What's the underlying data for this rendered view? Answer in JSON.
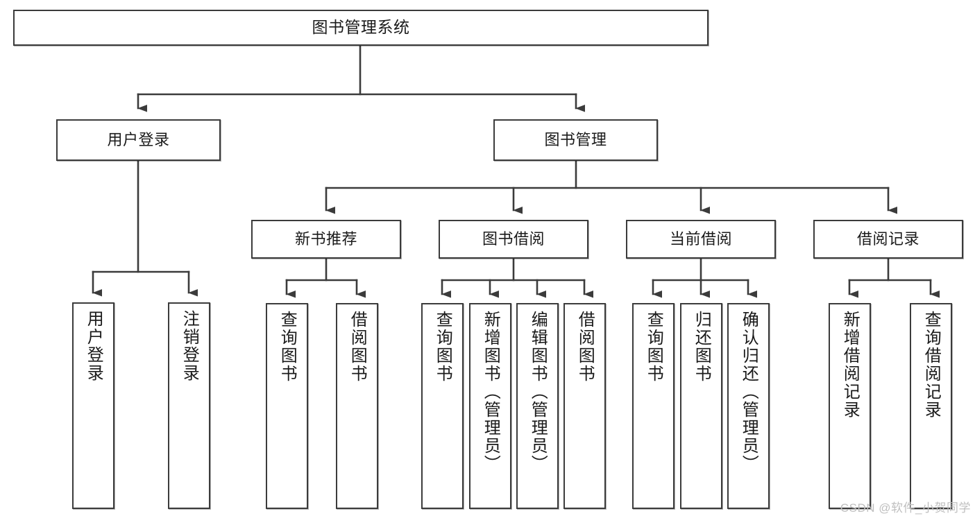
{
  "diagram": {
    "title": "图书管理系统",
    "type": "tree",
    "stroke_color": "#3b3b3b",
    "fill_color": "#ffffff",
    "text_color": "#1a1a1a",
    "root": {
      "id": "root",
      "label": "图书管理系统"
    },
    "level1": [
      {
        "id": "user-login",
        "label": "用户登录"
      },
      {
        "id": "book-manage",
        "label": "图书管理"
      }
    ],
    "level2": [
      {
        "id": "new-book-rec",
        "label": "新书推荐",
        "parent": "book-manage"
      },
      {
        "id": "book-borrow",
        "label": "图书借阅",
        "parent": "book-manage"
      },
      {
        "id": "current-borrow",
        "label": "当前借阅",
        "parent": "book-manage"
      },
      {
        "id": "borrow-record",
        "label": "借阅记录",
        "parent": "book-manage"
      }
    ],
    "leaves": [
      {
        "id": "leaf-user-login",
        "label": "用户登录",
        "parent": "user-login"
      },
      {
        "id": "leaf-user-logout",
        "label": "注销登录",
        "parent": "user-login"
      },
      {
        "id": "leaf-query-book-1",
        "label": "查询图书",
        "parent": "new-book-rec"
      },
      {
        "id": "leaf-borrow-book-1",
        "label": "借阅图书",
        "parent": "new-book-rec"
      },
      {
        "id": "leaf-query-book-2",
        "label": "查询图书",
        "parent": "book-borrow"
      },
      {
        "id": "leaf-add-book",
        "label": "新增图书（管理员）",
        "parent": "book-borrow"
      },
      {
        "id": "leaf-edit-book",
        "label": "编辑图书（管理员）",
        "parent": "book-borrow"
      },
      {
        "id": "leaf-borrow-book-2",
        "label": "借阅图书",
        "parent": "book-borrow"
      },
      {
        "id": "leaf-query-book-3",
        "label": "查询图书",
        "parent": "current-borrow"
      },
      {
        "id": "leaf-return-book",
        "label": "归还图书",
        "parent": "current-borrow"
      },
      {
        "id": "leaf-confirm-return",
        "label": "确认归还（管理员）",
        "parent": "current-borrow"
      },
      {
        "id": "leaf-add-record",
        "label": "新增借阅记录",
        "parent": "borrow-record"
      },
      {
        "id": "leaf-query-record",
        "label": "查询借阅记录",
        "parent": "borrow-record"
      }
    ]
  },
  "watermark": {
    "text": "CSDN @软件_小贺同学"
  }
}
